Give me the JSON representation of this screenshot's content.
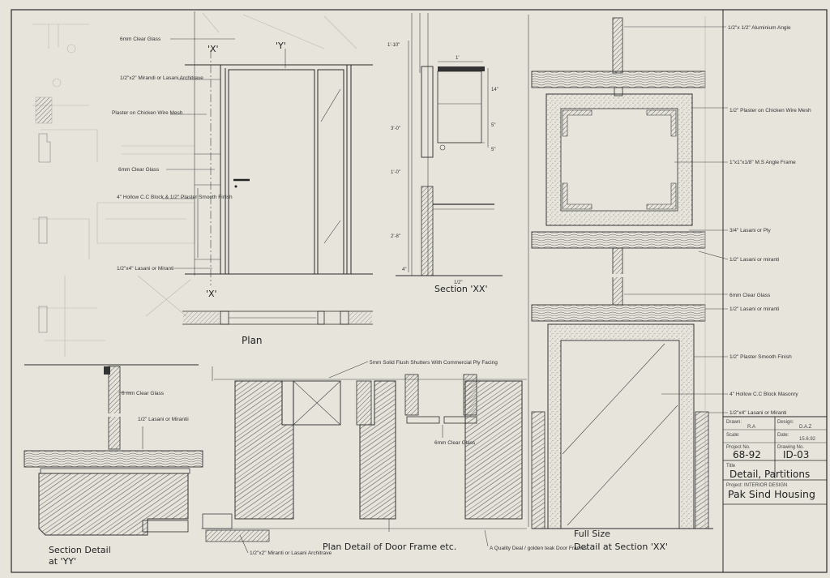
{
  "annotations": {
    "clear_glass_top": "6mm Clear Glass",
    "mirandi_architrave": "1/2\"x2\" Mirandi or Lasani Architrave",
    "plaster_chicken": "Plaster on Chicken Wire Mesh",
    "clear_glass_mid": "6mm Clear Glass",
    "hollow_block": "4\" Hollow C.C Block & 1/2\" Plaster Smooth Finish",
    "lasani_bottom": "1/2\"x4\" Lasani or Miranti",
    "label_x_top": "'X'",
    "label_y": "'Y'",
    "label_x_bottom": "'X'",
    "plan": "Plan",
    "section_xx": "Section 'XX'",
    "aluminium_angle": "1/2\"x 1/2\" Aluminium Angle",
    "plaster_chicken_right": "1/2\" Plaster on Chicken Wire Mesh",
    "ms_angle": "1\"x1\"x1/8\" M.S Angle Frame",
    "lasani_ply": "3/4\" Lasani or Ply",
    "lasani_miranti_r1": "1/2\" Lasani or miranti",
    "clear_glass_right": "6mm Clear Glass",
    "lasani_miranti_r2": "1/2\" Lasani or miranti",
    "plaster_smooth": "1/2\" Plaster Smooth Finish",
    "hollow_masonry": "4\" Hollow C.C Block Masonry",
    "lasani_miranti_r3": "1/2\"x4\" Lasani or Miranti",
    "solid_flush": "5mm Solid Flush Shutters With Commercial Ply Facing",
    "glass_yy": "6 mm Clear Glass",
    "lasani_yy": "1/2\" Lasani or Mirantii",
    "glass_plan": "6mm Clear Glass",
    "architrave_bottom": "1/2\"x2\" Miranti or Lasani Architrave",
    "quality_deal": "A Quality Deal / golden teak Door Frames",
    "section_yy_1": "Section Detail",
    "section_yy_2": "at 'YY'",
    "plan_detail": "Plan Detail of Door Frame etc.",
    "full_size_1": "Full Size",
    "full_size_2": "Detail  at  Section 'XX'"
  },
  "dimensions": {
    "d1": "1'-10\"",
    "d2": "3'-0\"",
    "d3": "1'-0\"",
    "d4": "2'-8\"",
    "d5": "4\"",
    "d6": "1'",
    "d7": "14\"",
    "d8": "5\"",
    "d9": "5\"",
    "d10": "1/2\""
  },
  "title_block": {
    "drawn_label": "Drawn:",
    "drawn_value": "R.A",
    "design_label": "Design:",
    "design_value": "D.A.Z",
    "scale_label": "Scale:",
    "date_label": "Date:",
    "date_value": "15.6.92",
    "project_no_label": "Project No.",
    "project_no_value": "68-92",
    "drawing_no_label": "Drawing No.",
    "drawing_no_value": "ID-03",
    "title_label": "Title",
    "title_value": "Detail, Partitions",
    "project_label": "Project: INTERIOR DESIGN",
    "project_value": "Pak Sind Housing"
  },
  "colors": {
    "paper": "#e7e4dc",
    "ink": "#2a2a2a",
    "faint_pencil": "#bdb8ad"
  }
}
